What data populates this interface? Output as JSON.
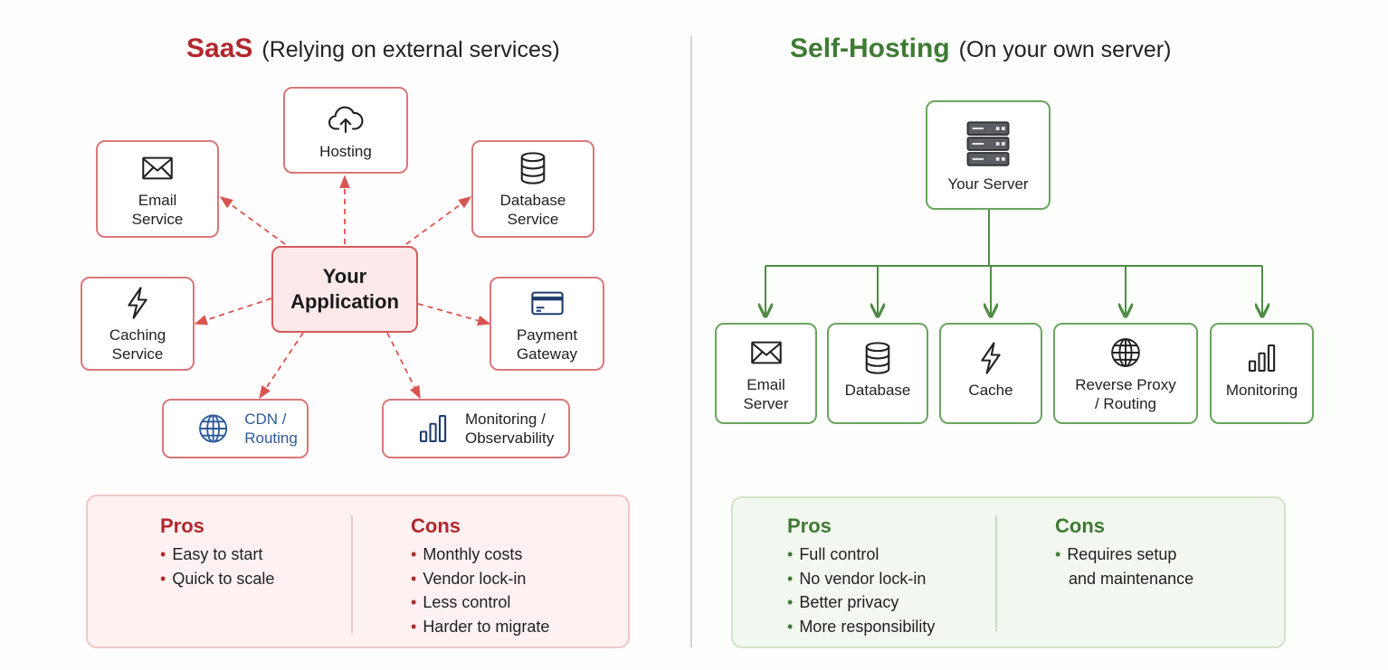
{
  "saas": {
    "title": "SaaS",
    "subtitle": "(Relying on external services)",
    "center": "Your Application",
    "nodes": {
      "hosting": "Hosting",
      "email": "Email Service",
      "database": "Database Service",
      "caching": "Caching Service",
      "payment": "Payment Gateway",
      "cdn": "CDN / Routing",
      "monitoring": "Monitoring / Observability"
    },
    "pros_title": "Pros",
    "pros": [
      "Easy to start",
      "Quick to scale"
    ],
    "cons_title": "Cons",
    "cons": [
      "Monthly costs",
      "Vendor lock-in",
      "Less control",
      "Harder to migrate"
    ]
  },
  "self": {
    "title": "Self-Hosting",
    "subtitle": "(On your own server)",
    "server": "Your Server",
    "nodes": {
      "email": "Email Server",
      "database": "Database",
      "cache": "Cache",
      "proxy": "Reverse Proxy / Routing",
      "monitoring": "Monitoring"
    },
    "pros_title": "Pros",
    "pros": [
      "Full control",
      "No vendor lock-in",
      "Better privacy",
      "More responsibility"
    ],
    "cons_title": "Cons",
    "cons": [
      "Requires setup and maintenance"
    ]
  },
  "colors": {
    "saas_accent": "#b2282d",
    "self_accent": "#3f7a34",
    "saas_border": "#d9777a",
    "self_border": "#6aa55f"
  },
  "icons": {
    "hosting": "cloud-upload-icon",
    "email": "envelope-icon",
    "database": "database-icon",
    "caching": "lightning-icon",
    "payment": "credit-card-icon",
    "cdn": "globe-icon",
    "monitoring": "bar-chart-icon",
    "server": "server-rack-icon"
  }
}
